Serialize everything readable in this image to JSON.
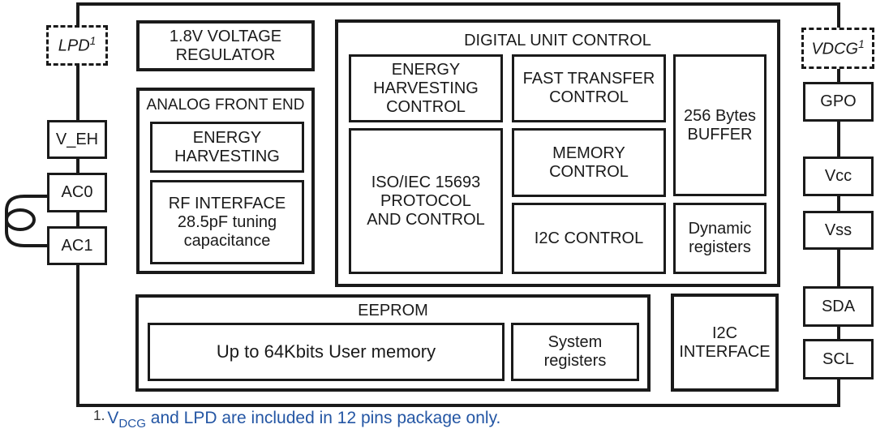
{
  "diagram": {
    "type": "block-diagram",
    "colors": {
      "line": "#1a1a1a",
      "footnote_blue": "#2456a4",
      "background": "#ffffff"
    },
    "left_pins": {
      "lpd": {
        "label": "LPD",
        "sup": "1"
      },
      "v_eh": "V_EH",
      "ac0": "AC0",
      "ac1": "AC1"
    },
    "right_pins": {
      "vdcg": {
        "label": "VDCG",
        "sup": "1"
      },
      "gpo": "GPO",
      "vcc": "Vcc",
      "vss": "Vss",
      "sda": "SDA",
      "scl": "SCL"
    },
    "blocks": {
      "voltage_regulator": [
        "1.8V VOLTAGE",
        "REGULATOR"
      ],
      "analog_front_end": {
        "title": "ANALOG FRONT END",
        "energy_harvesting": [
          "ENERGY",
          "HARVESTING"
        ],
        "rf_interface": [
          "RF INTERFACE",
          "28.5pF tuning",
          "capacitance"
        ]
      },
      "digital_unit_control": {
        "title": "DIGITAL UNIT CONTROL",
        "energy_harvesting_control": [
          "ENERGY",
          "HARVESTING",
          "CONTROL"
        ],
        "fast_transfer_control": [
          "FAST TRANSFER",
          "CONTROL"
        ],
        "buffer_256": [
          "256 Bytes",
          "BUFFER"
        ],
        "iso_protocol": [
          "ISO/IEC 15693",
          "PROTOCOL",
          "AND CONTROL"
        ],
        "memory_control": [
          "MEMORY",
          "CONTROL"
        ],
        "i2c_control": "I2C CONTROL",
        "dynamic_registers": [
          "Dynamic",
          "registers"
        ]
      },
      "eeprom": {
        "title": "EEPROM",
        "user_memory": "Up to 64Kbits User memory",
        "system_registers": [
          "System",
          "registers"
        ]
      },
      "i2c_interface": [
        "I2C",
        "INTERFACE"
      ]
    },
    "icons": {
      "antenna_coil": "antenna-coil"
    },
    "footnote": {
      "ref": "1.",
      "v_label": "V",
      "v_sub": "DCG",
      "rest": " and LPD are included in 12 pins package only."
    }
  }
}
